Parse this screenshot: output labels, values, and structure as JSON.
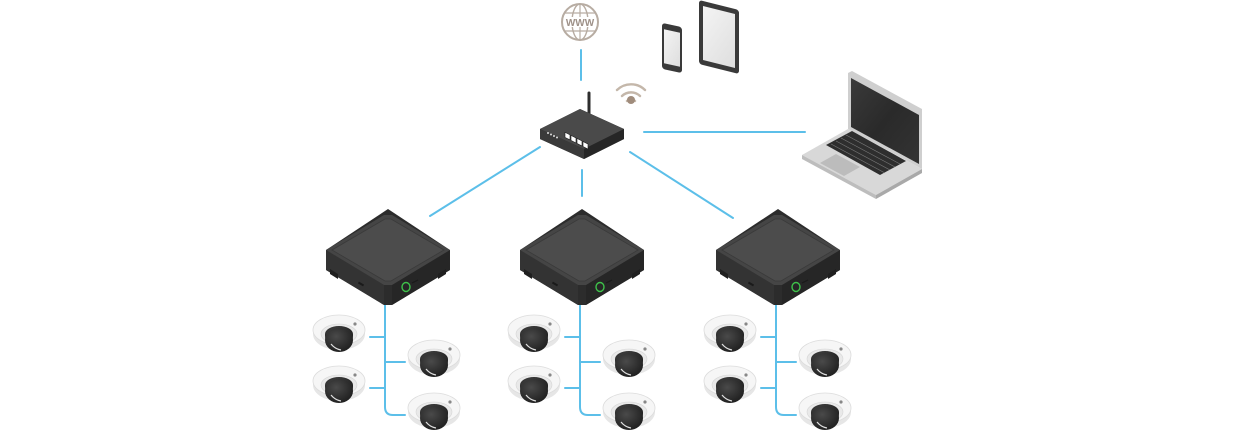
{
  "diagram": {
    "title": "",
    "colors": {
      "background": "#ffffff",
      "link": "#5cbfe9",
      "device_dark": "#3b3b3b",
      "device_darker": "#2a2a2a",
      "device_top": "#454545",
      "globe": "#b7aca2",
      "wifi": "#bfb2a6",
      "wifi_dot": "#9e8b7b",
      "camera_shell": "#f2f2f2",
      "camera_lens": "#2b2b2b",
      "status_led": "#3ec24a",
      "laptop_body": "#d9d9d9",
      "laptop_screen": "#2e2e2e"
    },
    "nodes": {
      "internet": {
        "label": "WWW",
        "icon": "globe-icon"
      },
      "wifi": {
        "icon": "wifi-icon"
      },
      "phone": {
        "icon": "smartphone-icon"
      },
      "tablet": {
        "icon": "tablet-icon"
      },
      "router": {
        "icon": "router-icon"
      },
      "laptop": {
        "icon": "laptop-icon"
      },
      "recorders": [
        {
          "id": "recorder-1",
          "icon": "recorder-icon",
          "cameras": 4
        },
        {
          "id": "recorder-2",
          "icon": "recorder-icon",
          "cameras": 4
        },
        {
          "id": "recorder-3",
          "icon": "recorder-icon",
          "cameras": 4
        }
      ]
    },
    "links": [
      {
        "from": "internet",
        "to": "router"
      },
      {
        "from": "router",
        "to": "laptop"
      },
      {
        "from": "router",
        "to": "recorder-1"
      },
      {
        "from": "router",
        "to": "recorder-2"
      },
      {
        "from": "router",
        "to": "recorder-3"
      },
      {
        "from": "recorder-1",
        "to": "cameras"
      },
      {
        "from": "recorder-2",
        "to": "cameras"
      },
      {
        "from": "recorder-3",
        "to": "cameras"
      }
    ]
  }
}
